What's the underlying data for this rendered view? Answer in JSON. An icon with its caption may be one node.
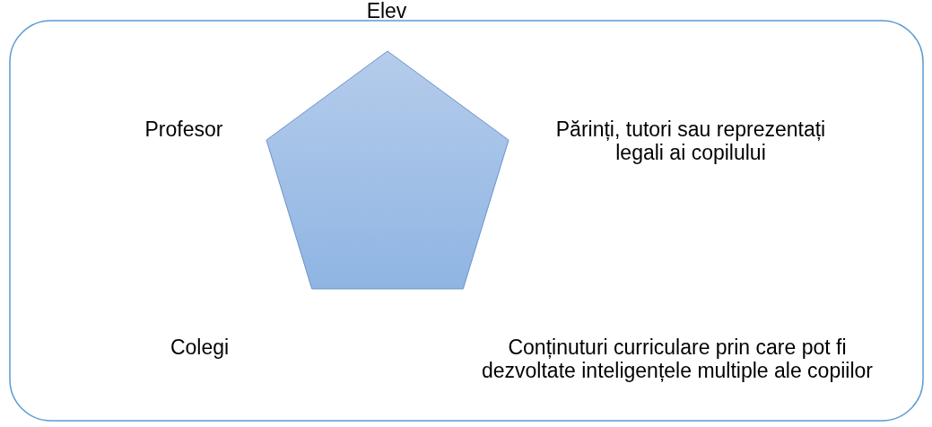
{
  "diagram": {
    "nodes": [
      {
        "text": [],
        "shape": "box"
      },
      {
        "text": [],
        "shape": "pentagon",
        "in": 0
      }
    ],
    "labels": [
      "Elev",
      "Profesor",
      "Părinți, tutori sau reprezentați legali ai copilului",
      "Colegi",
      "Conținuturi curriculare prin care pot fi dezvoltate inteligențele multiple ale copiilor"
    ]
  }
}
